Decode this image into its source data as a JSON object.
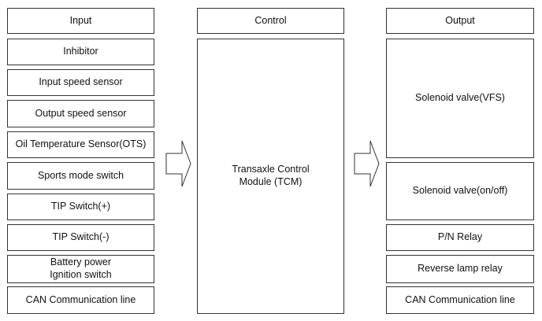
{
  "columns": {
    "input": {
      "header": "Input",
      "items": [
        "Inhibitor",
        "Input speed sensor",
        "Output speed sensor",
        "Oil Temperature Sensor(OTS)",
        "Sports mode switch",
        "TIP Switch(+)",
        "TIP Switch(-)",
        "Battery power\nIgnition switch",
        "CAN Communication line"
      ]
    },
    "control": {
      "header": "Control",
      "module": "Transaxle Control\nModule (TCM)"
    },
    "output": {
      "header": "Output",
      "items": [
        "Solenoid valve(VFS)",
        "Solenoid valve(on/off)",
        "P/N Relay",
        "Reverse lamp relay",
        "CAN Communication line"
      ]
    }
  }
}
